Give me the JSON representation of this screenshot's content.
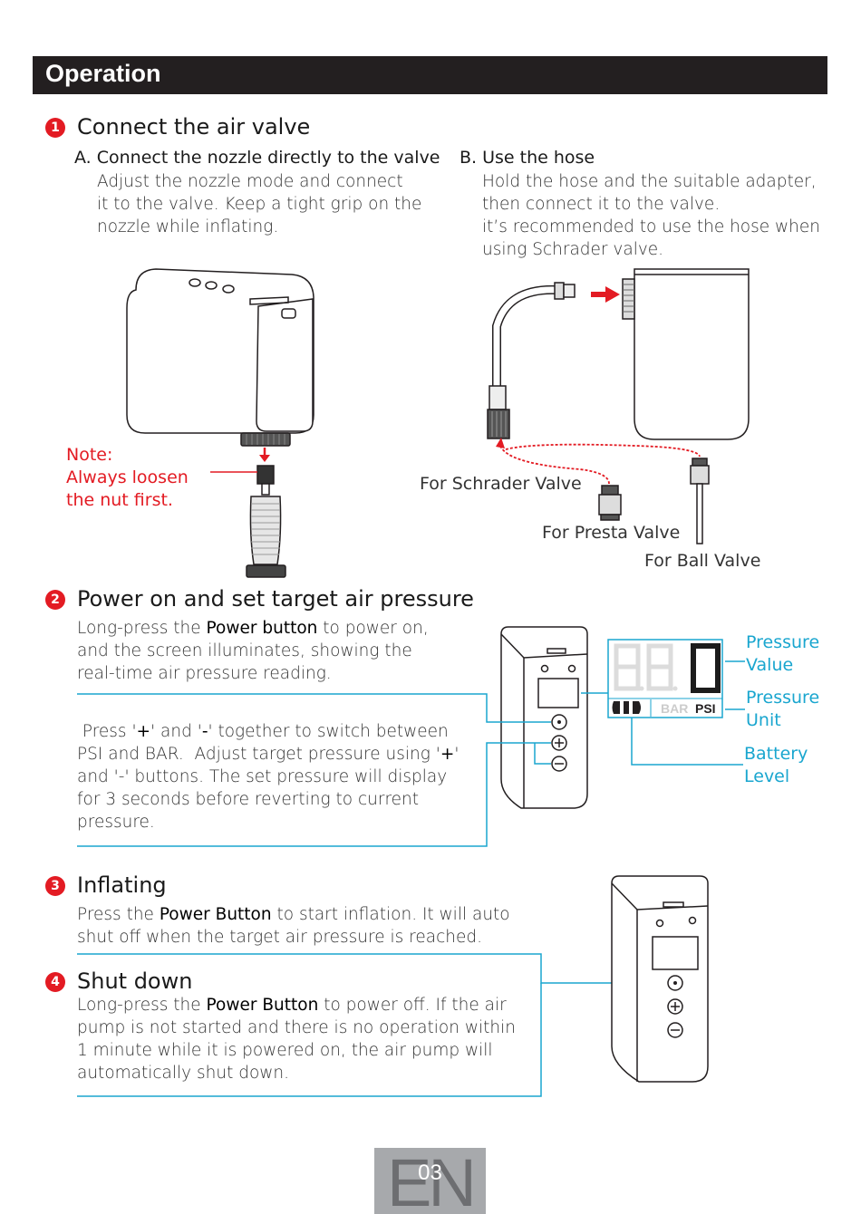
{
  "header": {
    "title": "Operation"
  },
  "step1": {
    "num": "1",
    "title": "Connect the air valve",
    "a_title": "A. Connect the nozzle directly to the valve",
    "a_body": [
      "Adjust the nozzle mode and connect",
      "it to the valve. Keep a tight grip on the",
      "nozzle while inflating."
    ],
    "b_title": "B. Use the hose",
    "b_body": [
      "Hold the hose and the suitable adapter,",
      "then connect it to the valve.",
      "it’s recommended to use the hose when",
      "using Schrader valve."
    ],
    "note": [
      "Note:",
      "Always loosen",
      "the nut first."
    ],
    "schrader": "For Schrader Valve",
    "presta": "For Presta Valve",
    "ball": "For Ball Valve"
  },
  "step2": {
    "num": "2",
    "title": "Power on and set target air pressure",
    "p1_pre": "Long-press the ",
    "p1_bold": "Power button",
    "p1_post": " to power on,",
    "p1_rest": [
      "and the screen illuminates, showing the",
      "real-time air pressure reading."
    ],
    "p2_a": " Press '",
    "p2_plus": "+",
    "p2_b": "' and '",
    "p2_minus": "-",
    "p2_c": "' together to switch between",
    "p2_line2_a": "PSI and BAR.  Adjust target pressure using '",
    "p2_line2_plus": "+",
    "p2_line2_b": "'",
    "p2_rest": [
      "and '-' buttons. The set pressure will display",
      "for 3 seconds before reverting to current",
      "pressure."
    ],
    "pressure_value": [
      "Pressure",
      "Value"
    ],
    "pressure_unit": [
      "Pressure",
      "Unit"
    ],
    "battery_level": [
      "Battery",
      "Level"
    ],
    "lcd_unit_bar": "BAR",
    "lcd_unit_psi": "PSI"
  },
  "step3": {
    "num": "3",
    "title": "Inflating",
    "pre": "Press the ",
    "bold": "Power Button",
    "post": " to start inflation. It will auto",
    "rest": "shut off when the target air pressure is reached."
  },
  "step4": {
    "num": "4",
    "title": "Shut down",
    "pre": "Long-press the ",
    "bold": "Power Button",
    "post": " to power off. If the air",
    "rest": [
      "pump is not started and there is no operation within",
      "1 minute while it is powered on, the air pump will",
      "automatically shut down."
    ]
  },
  "footer": {
    "lang": "EN",
    "page": "03"
  },
  "colors": {
    "header_bg": "#231f20",
    "accent_red": "#e31b23",
    "accent_cyan": "#1aa6cf"
  }
}
